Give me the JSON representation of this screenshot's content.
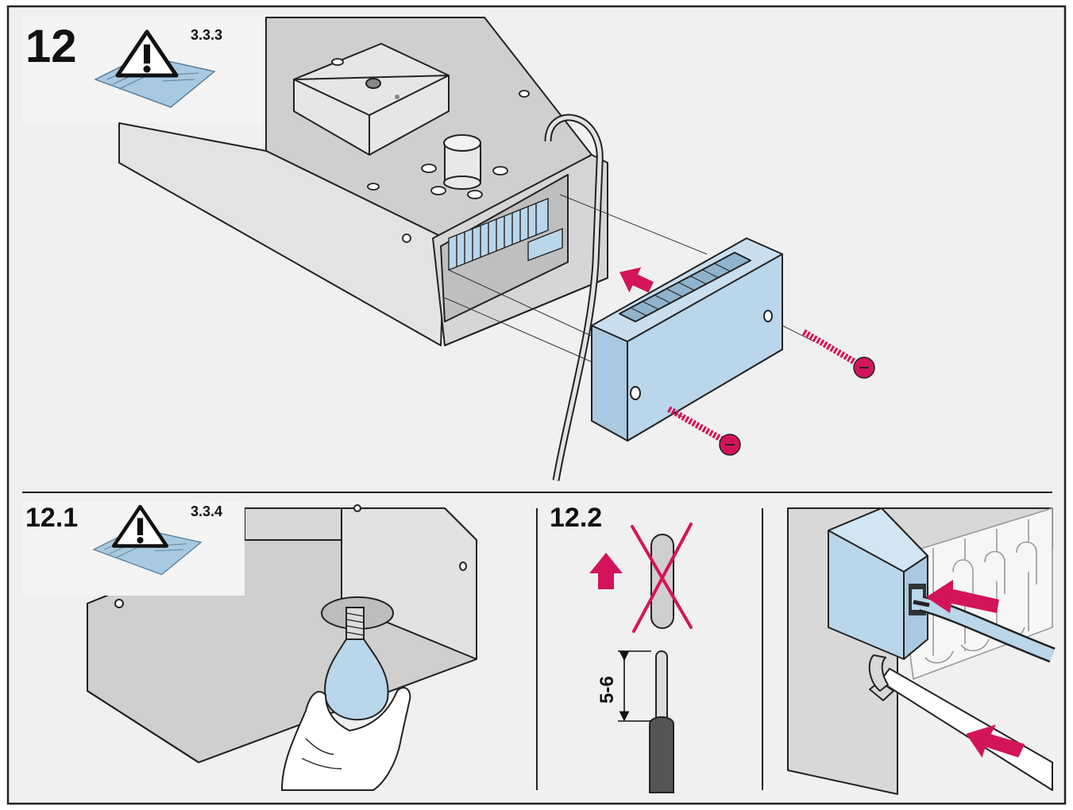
{
  "colors": {
    "panel_bg": "#f0f0f0",
    "frame": "#222222",
    "device_grey": "#dcdcdc",
    "device_dark": "#bdbdbd",
    "part_blue": "#b9d6ea",
    "accent_magenta": "#d4145a",
    "manual_blue": "#a9c9e0"
  },
  "steps": {
    "main": {
      "label": "12",
      "ref": "3.3.3"
    },
    "sub1": {
      "label": "12.1",
      "ref": "3.3.4"
    },
    "sub2": {
      "label": "12.2",
      "strip_length": "5-6"
    }
  },
  "icons": {
    "warning_manual": "warning-triangle-manual-icon",
    "direction_arrow": "magenta-arrow-icon",
    "wrong_mark": "cross-out-icon"
  }
}
